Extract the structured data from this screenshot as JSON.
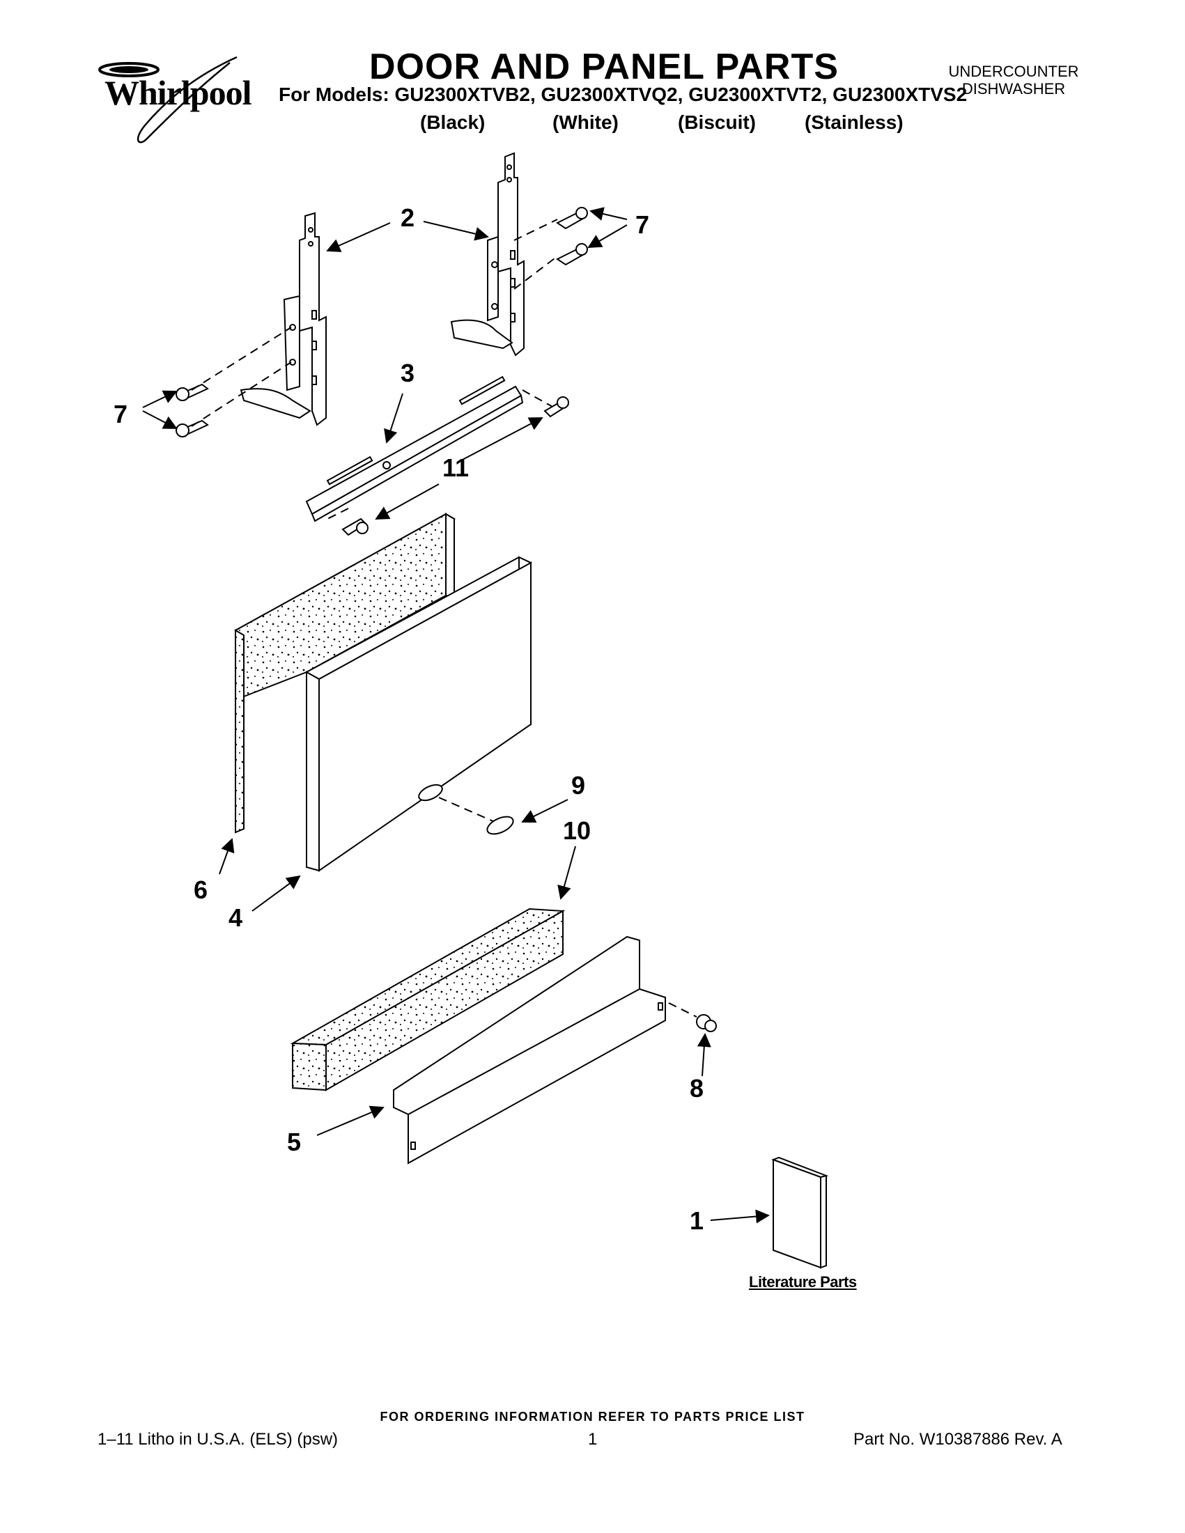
{
  "brand": {
    "name": "Whirlpool"
  },
  "header": {
    "title": "DOOR AND PANEL PARTS",
    "models_line": "For Models: GU2300XTVB2, GU2300XTVQ2, GU2300XTVT2, GU2300XTVS2",
    "colors": [
      "(Black)",
      "(White)",
      "(Biscuit)",
      "(Stainless)"
    ],
    "product_type": [
      "UNDERCOUNTER",
      "DISHWASHER"
    ]
  },
  "callouts": {
    "c1": "1",
    "c2": "2",
    "c3": "3",
    "c4": "4",
    "c5": "5",
    "c6": "6",
    "c7a": "7",
    "c7b": "7",
    "c8": "8",
    "c9": "9",
    "c10": "10",
    "c11": "11"
  },
  "literature_label": "Literature Parts",
  "footer": {
    "order_note": "FOR ORDERING INFORMATION REFER TO PARTS PRICE LIST",
    "litho": "1–11 Litho in U.S.A. (ELS) (psw)",
    "page": "1",
    "part_no": "Part No. W10387886 Rev. A"
  }
}
